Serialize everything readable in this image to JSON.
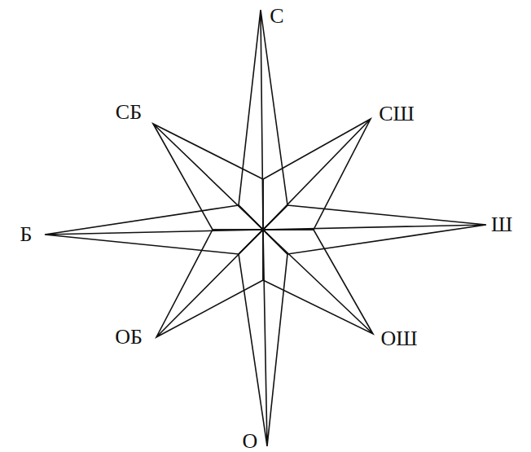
{
  "diagram": {
    "labels": [
      "С",
      "СБ",
      "СШ",
      "Б",
      "Ш",
      "ОБ",
      "ОШ",
      "О"
    ]
  }
}
